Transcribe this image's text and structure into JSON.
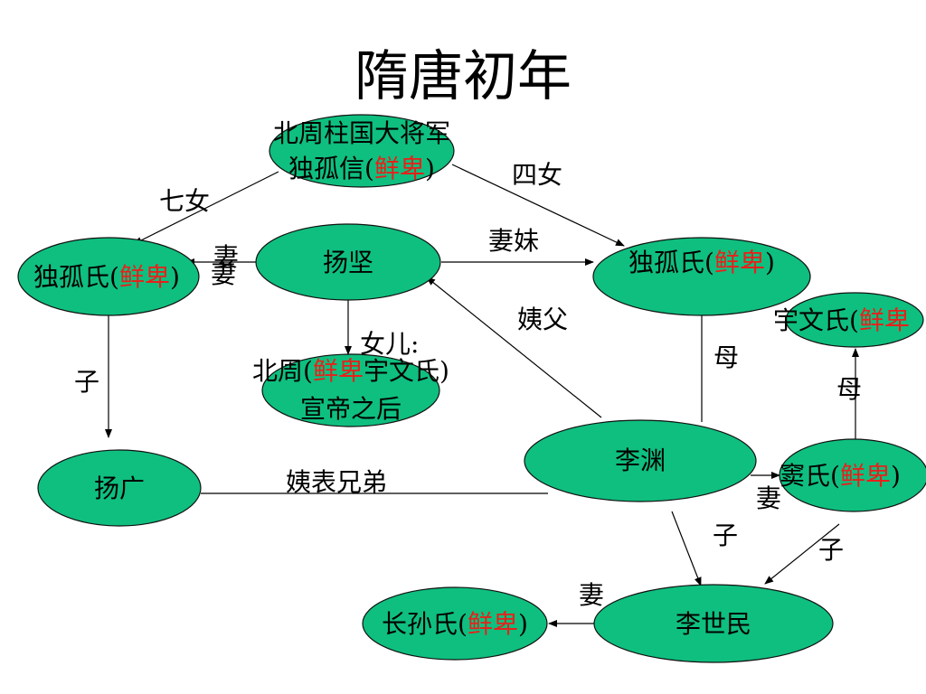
{
  "title": "隋唐初年",
  "nodes": {
    "dugu_xin": {
      "line1": "北周柱国大将军",
      "line2_pre": "独孤信(",
      "line2_red": "鲜卑",
      "line2_post": ")"
    },
    "dugu_left": {
      "pre": "独孤氏(",
      "red": "鲜卑",
      "post": ")"
    },
    "yang_jian": {
      "text": "扬坚"
    },
    "dugu_right": {
      "pre": "独孤氏(",
      "red": "鲜卑",
      "post": ")"
    },
    "yuwen_right": {
      "pre": "宇文氏(",
      "red": "鲜卑"
    },
    "yuwen_north": {
      "line0": "女儿:",
      "line1_pre": "北周(",
      "line1_red": "鲜卑",
      "line1_post": "宇文氏)",
      "line2": "宣帝之后"
    },
    "li_yuan": {
      "text": "李渊"
    },
    "yang_guang": {
      "text": "扬广"
    },
    "dou": {
      "pre": "窦氏(",
      "red": "鲜卑",
      "post": ")"
    },
    "li_shimin": {
      "text": "李世民"
    },
    "zhangsun": {
      "pre": "长孙氏(",
      "red": "鲜卑",
      "post": ")"
    }
  },
  "relations": {
    "seventh_daughter": "七女",
    "fourth_daughter": "四女",
    "wife_top": "妻",
    "wife_bottom": "妻",
    "wife_sister": "妻妹",
    "uncle": "姨父",
    "mother_right": "母",
    "mother_far": "母",
    "son_left": "子",
    "cousins": "姨表兄弟",
    "wife_dou": "妻",
    "son_center": "子",
    "son_right": "子",
    "wife_zhangsun": "妻"
  },
  "colors": {
    "node_fill": "#0fbf7f",
    "xianbei_text": "#e8201a"
  }
}
